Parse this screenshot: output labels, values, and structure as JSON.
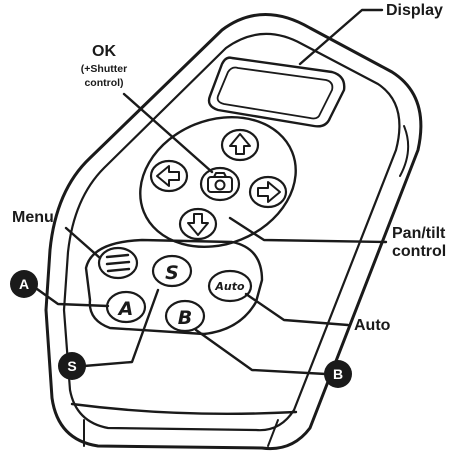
{
  "labels": {
    "display": "Display",
    "ok": "OK",
    "ok_sub_1": "(+Shutter",
    "ok_sub_2": "control)",
    "menu": "Menu",
    "pan_tilt_1": "Pan/tilt",
    "pan_tilt_2": "control",
    "auto": "Auto"
  },
  "badges": {
    "a": "A",
    "s": "S",
    "b": "B"
  },
  "buttons": {
    "a": "A",
    "s": "S",
    "b": "B",
    "auto": "Auto"
  },
  "icons": {
    "ok": "camera-icon",
    "menu": "menu-lines-icon",
    "up": "arrow-up-icon",
    "down": "arrow-down-icon",
    "left": "arrow-left-icon",
    "right": "arrow-right-icon"
  },
  "colors": {
    "ink": "#1a1a1a",
    "paper": "#ffffff"
  }
}
